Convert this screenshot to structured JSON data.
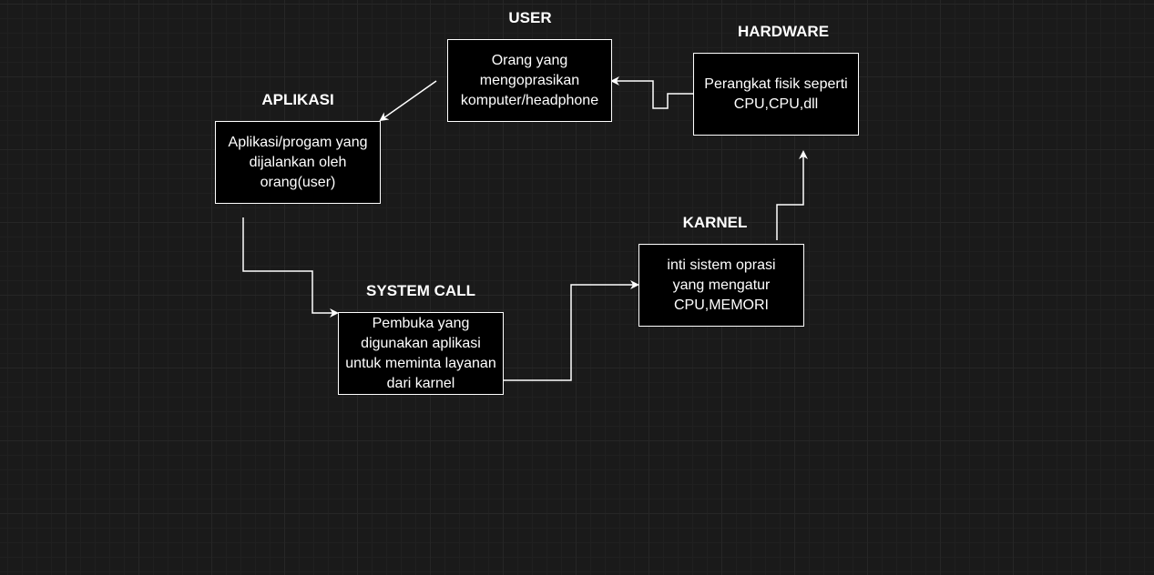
{
  "nodes": {
    "user": {
      "title": "USER",
      "text": "Orang yang mengoprasikan komputer/headphone"
    },
    "hardware": {
      "title": "HARDWARE",
      "text": "Perangkat fisik seperti CPU,CPU,dll"
    },
    "aplikasi": {
      "title": "APLIKASI",
      "text": "Aplikasi/progam yang dijalankan oleh orang(user)"
    },
    "system_call": {
      "title": "SYSTEM CALL",
      "text": "Pembuka yang digunakan aplikasi untuk meminta layanan dari karnel"
    },
    "karnel": {
      "title": "KARNEL",
      "text": "inti sistem oprasi yang mengatur CPU,MEMORI"
    }
  },
  "colors": {
    "canvas_background": "#1a1a1a",
    "grid_major": "#262626",
    "grid_minor": "#202020",
    "node_fill": "#000000",
    "node_stroke": "#ffffff",
    "connector": "#ffffff",
    "text": "#ffffff"
  }
}
